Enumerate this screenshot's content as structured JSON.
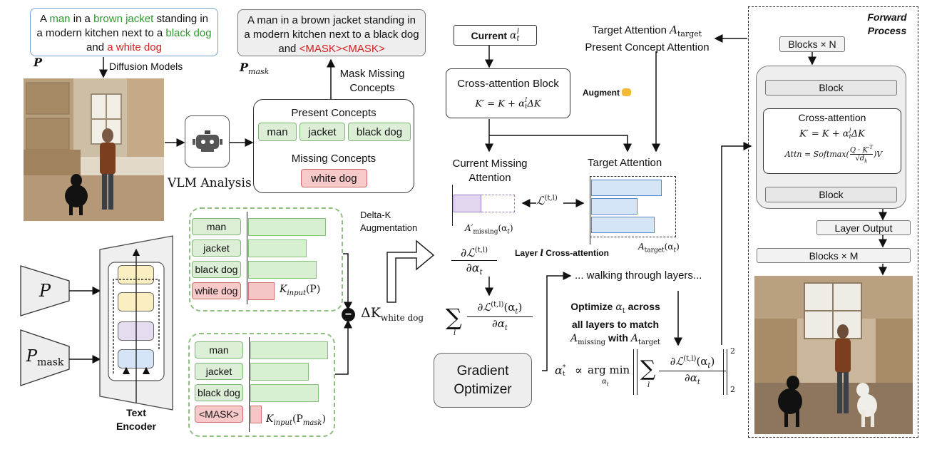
{
  "prompt": {
    "segments": [
      {
        "text": "A ",
        "color": "#111111"
      },
      {
        "text": "man",
        "color": "#2e9a2e"
      },
      {
        "text": " in a ",
        "color": "#111111"
      },
      {
        "text": "brown jacket",
        "color": "#2e9a2e"
      },
      {
        "text": " standing in a modern kitchen next to a ",
        "color": "#111111"
      },
      {
        "text": "black dog",
        "color": "#2e9a2e"
      },
      {
        "text": " and ",
        "color": "#111111"
      },
      {
        "text": "a white dog",
        "color": "#d62020"
      }
    ],
    "label": "P"
  },
  "masked_prompt": {
    "text": "A man in a brown jacket standing in a modern kitchen next to a black dog and ",
    "mask_tokens": "<MASK><MASK>",
    "mask_color": "#d62020",
    "label": "P",
    "label_sub": "mask"
  },
  "diffusion_label": "Diffusion Models",
  "mask_missing_label": "Mask Missing Concepts",
  "vlm_label": "VLM Analysis",
  "concepts": {
    "present_title": "Present Concepts",
    "present": [
      "man",
      "jacket",
      "black dog"
    ],
    "missing_title": "Missing Concepts",
    "missing": [
      "white dog"
    ]
  },
  "delta_k_label": "Delta-K Augmentation",
  "kinput_top": {
    "tokens": [
      {
        "label": "man",
        "kind": "present",
        "value": 0.82
      },
      {
        "label": "jacket",
        "kind": "present",
        "value": 0.62
      },
      {
        "label": "black dog",
        "kind": "present",
        "value": 0.72
      },
      {
        "label": "white dog",
        "kind": "missing",
        "value": 0.28
      }
    ],
    "label": "K",
    "label_sub": "input",
    "arg": "(P)"
  },
  "kinput_bottom": {
    "tokens": [
      {
        "label": "man",
        "kind": "present",
        "value": 0.82
      },
      {
        "label": "jacket",
        "kind": "present",
        "value": 0.62
      },
      {
        "label": "black dog",
        "kind": "present",
        "value": 0.72
      },
      {
        "label": "<MASK>",
        "kind": "missing",
        "value": 0.12
      }
    ],
    "label": "K",
    "label_sub": "input",
    "arg": "(P",
    "arg_sub": "mask",
    "arg_close": ")"
  },
  "delta_k": {
    "symbol": "ΔK",
    "sub": "white dog"
  },
  "text_encoder": {
    "title": "Text Encoder",
    "input_p": "P",
    "input_pmask": "P",
    "input_pmask_sub": "mask",
    "layer_colors": [
      "#fbeec0",
      "#fbeec0",
      "#e6dcef",
      "#d5e4f7"
    ]
  },
  "current_alpha": {
    "label": "Current",
    "symbol": "α",
    "sup": "l",
    "sub": "t"
  },
  "cross_block": {
    "title": "Cross-attention Block",
    "equation": "K′ = K + α",
    "eq_sup": "l",
    "eq_sub": "t",
    "eq_end": "ΔK"
  },
  "augment_label": "Augment",
  "augment_icon": "fist-icon",
  "target_attention_top": {
    "line1": "Target Attention",
    "symbol": "A",
    "sub": "target",
    "line2": "Present Concept Attention"
  },
  "current_missing": {
    "title": "Current Missing Attention",
    "caption": "A′",
    "caption_sub": "missing",
    "caption_arg": "(α",
    "caption_arg_sub": "t",
    "caption_close": ")"
  },
  "loss_label": {
    "symbol": "ℒ",
    "sup": "(t,l)"
  },
  "target_attention": {
    "title": "Target Attention",
    "caption": "A",
    "caption_sub": "target",
    "caption_arg": "(α",
    "caption_arg_sub": "t",
    "caption_close": ")",
    "bars": [
      0.92,
      0.6,
      0.82
    ],
    "bar_color": "#d5e4f7",
    "bar_border": "#5b86c9"
  },
  "missing_bar": {
    "fill_color": "#e3d7ef",
    "border_color": "#9b7cbf",
    "value": 0.45
  },
  "layer_label": {
    "pre": "Layer",
    "symbol": "l",
    "post": "Cross-attention"
  },
  "grad": {
    "num": "∂ℒ",
    "num_sup": "(t,l)",
    "den": "∂α",
    "den_sub": "t"
  },
  "sum_grad": {
    "sum": "∑",
    "sum_sub": "l",
    "num": "∂ℒ",
    "num_sup": "(t,l)",
    "num_arg": "(α",
    "num_arg_sub": "t",
    "num_close": ")",
    "den": "∂α",
    "den_sub": "t"
  },
  "walking_label": "... walking through layers...",
  "optimize": {
    "line1a": "Optimize",
    "line1_sym": "α",
    "line1_sub": "t",
    "line1b": "across",
    "line2": "all layers to match",
    "line3_sym": "A",
    "line3_sub": "missing",
    "line3_mid": "with",
    "line3_sym2": "A",
    "line3_sub2": "target"
  },
  "gradient_optimizer": {
    "line1": "Gradient",
    "line2": "Optimizer"
  },
  "argmin": {
    "lhs": "α",
    "lhs_sup": "*",
    "lhs_sub": "t",
    "prop": "∝",
    "op": "arg min",
    "op_sub": "α",
    "op_sub2": "t",
    "sum": "∑",
    "sum_sub": "l",
    "num": "∂ℒ",
    "num_sup": "(t,l)",
    "num_arg": "(α",
    "num_arg_sub": "t",
    "num_close": ")",
    "den": "∂α",
    "den_sub": "t",
    "pow": "2",
    "norm_sub": "2"
  },
  "forward": {
    "title1": "Forward",
    "title2": "Process",
    "blocks_n": "Blocks × N",
    "block_top": "Block",
    "cross_title": "Cross-attention",
    "eq1": "K′ = K + α",
    "eq1_sup": "l",
    "eq1_sub": "t",
    "eq1_end": "ΔK",
    "eq2_pre": "Attn = Softmax(",
    "eq2_num": "Q · K′",
    "eq2_num_sup": "T",
    "eq2_den": "√d",
    "eq2_den_sub": "k",
    "eq2_post": ")V",
    "block_bottom": "Block",
    "layer_output": "Layer Output",
    "blocks_m": "Blocks × M"
  },
  "icons": {
    "robot": "robot-icon",
    "add_arrow": "bent-arrow-icon",
    "minus": "minus-circle-icon"
  }
}
